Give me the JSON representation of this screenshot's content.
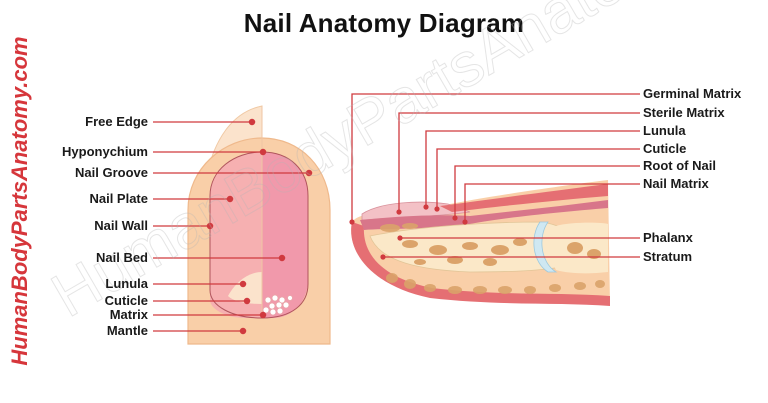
{
  "title": "Nail Anatomy Diagram",
  "brand": "HumanBodyPartsAnatomy.com",
  "watermark": "HumanBodyPartsAnatomy.com",
  "colors": {
    "leader_line": "#d03a3f",
    "brand": "#d6363b",
    "skin": "#f9cfa8",
    "skin_light": "#fbe3cc",
    "nail_plate": "#f6a9ab",
    "nail_bed": "#f092a5",
    "nail_border": "#b0555c",
    "bone": "#fbe8c8",
    "bone_spongy": "#dba36a",
    "cartilage": "#cfe8f2",
    "epidermis": "#e56f73"
  },
  "left_diagram": {
    "name": "Top view of fingertip nail",
    "labels": [
      {
        "id": "free-edge",
        "text": "Free Edge"
      },
      {
        "id": "hyponychium",
        "text": "Hyponychium"
      },
      {
        "id": "nail-groove",
        "text": "Nail Groove"
      },
      {
        "id": "nail-plate",
        "text": "Nail Plate"
      },
      {
        "id": "nail-wall",
        "text": "Nail Wall"
      },
      {
        "id": "nail-bed",
        "text": "Nail Bed"
      },
      {
        "id": "lunula",
        "text": "Lunula"
      },
      {
        "id": "cuticle",
        "text": "Cuticle"
      },
      {
        "id": "matrix",
        "text": "Matrix"
      },
      {
        "id": "mantle",
        "text": "Mantle"
      }
    ]
  },
  "right_diagram": {
    "name": "Cross-section of fingertip",
    "labels": [
      {
        "id": "germinal-matrix",
        "text": "Germinal Matrix"
      },
      {
        "id": "sterile-matrix",
        "text": "Sterile Matrix"
      },
      {
        "id": "lunula",
        "text": "Lunula"
      },
      {
        "id": "cuticle",
        "text": "Cuticle"
      },
      {
        "id": "root-of-nail",
        "text": "Root of Nail"
      },
      {
        "id": "nail-matrix",
        "text": "Nail Matrix"
      },
      {
        "id": "phalanx",
        "text": "Phalanx"
      },
      {
        "id": "stratum",
        "text": "Stratum"
      }
    ]
  }
}
